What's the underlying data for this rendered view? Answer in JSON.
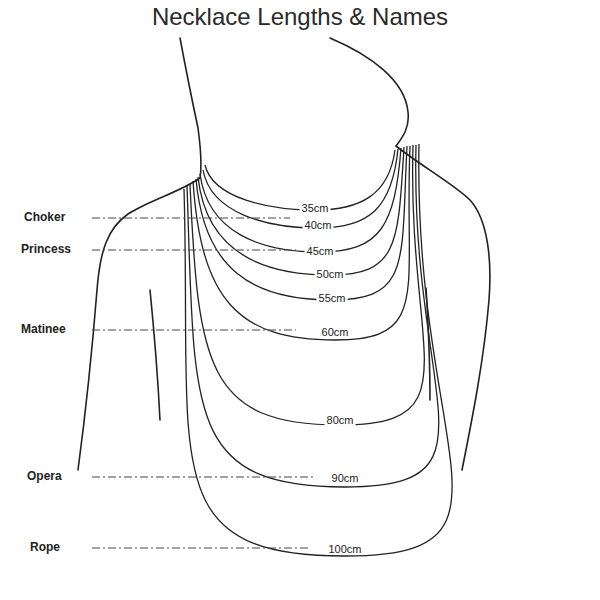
{
  "diagram": {
    "title": "Necklace Lengths & Names",
    "labels": [
      "Choker",
      "Princess",
      "Matinee",
      "Opera",
      "Rope",
      "35cm",
      "40cm",
      "45cm",
      "50cm",
      "55cm",
      "60cm",
      "80cm",
      "90cm",
      "100cm"
    ]
  }
}
